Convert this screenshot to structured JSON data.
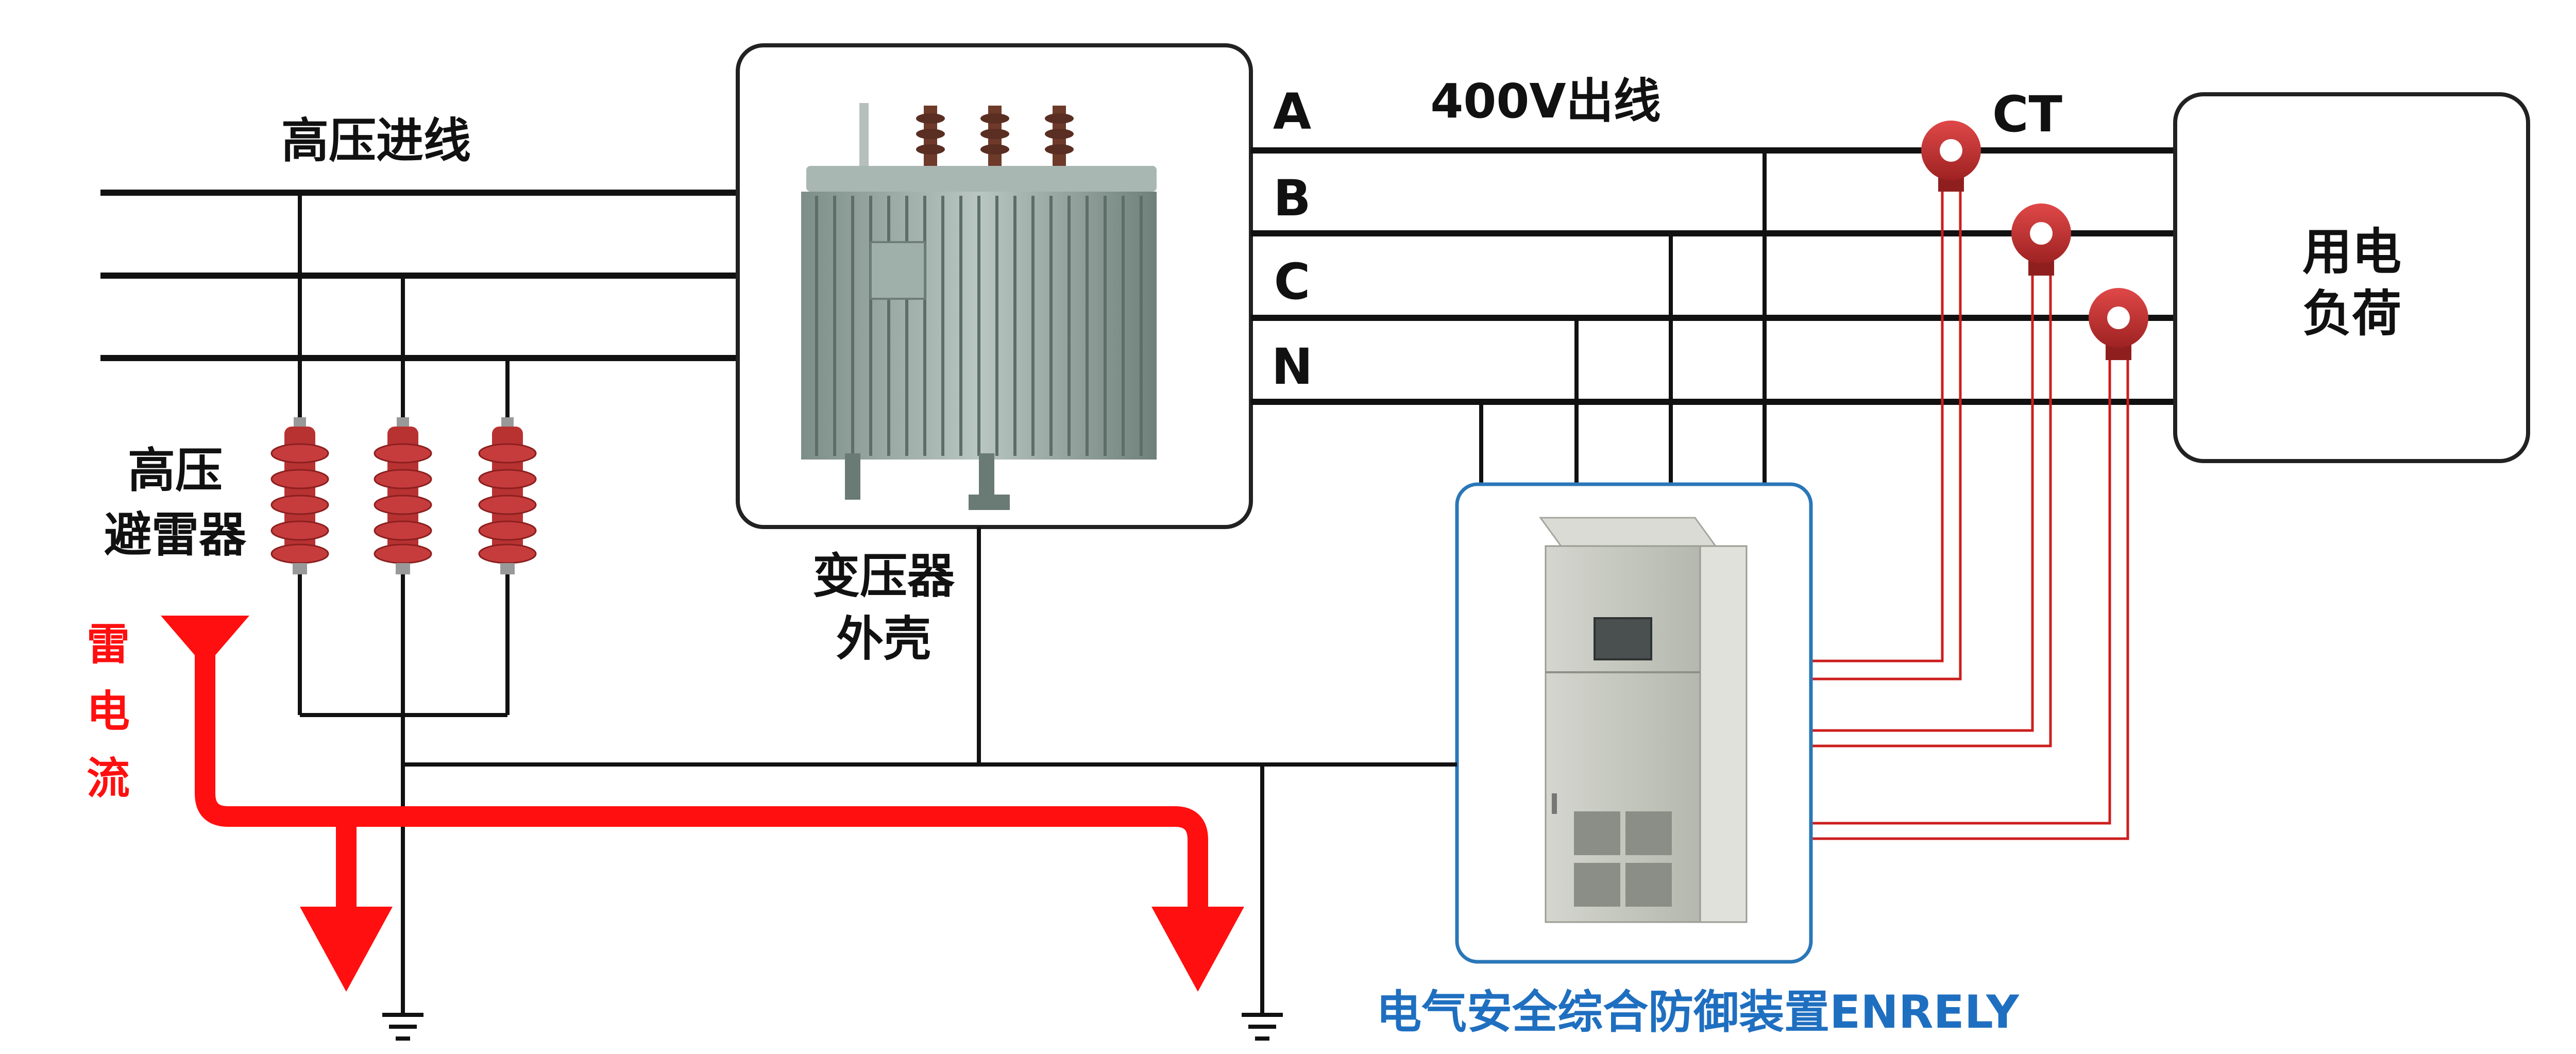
{
  "labels": {
    "hv_incoming": "高压进线",
    "arrester_line1": "高压",
    "arrester_line2": "避雷器",
    "lightning_current": [
      "雷",
      "电",
      "流"
    ],
    "transformer_case_line1": "变压器",
    "transformer_case_line2": "外壳",
    "phase_a": "A",
    "phase_b": "B",
    "phase_c": "C",
    "phase_n": "N",
    "outgoing_400v": "400V出线",
    "ct": "CT",
    "load_line1": "用电",
    "load_line2": "负荷",
    "device_name": "电气安全综合防御装置ENRELY"
  },
  "colors": {
    "wire": "#111111",
    "lightning": "#ff0f0f",
    "signal": "#cc1e1e",
    "ct_body": "#c23030",
    "arrester": "#b83232",
    "device_frame": "#2a77b8",
    "device_label": "#1f6fc0",
    "cabinet": "#c6c8c0",
    "transformer": "#8fa09a"
  }
}
